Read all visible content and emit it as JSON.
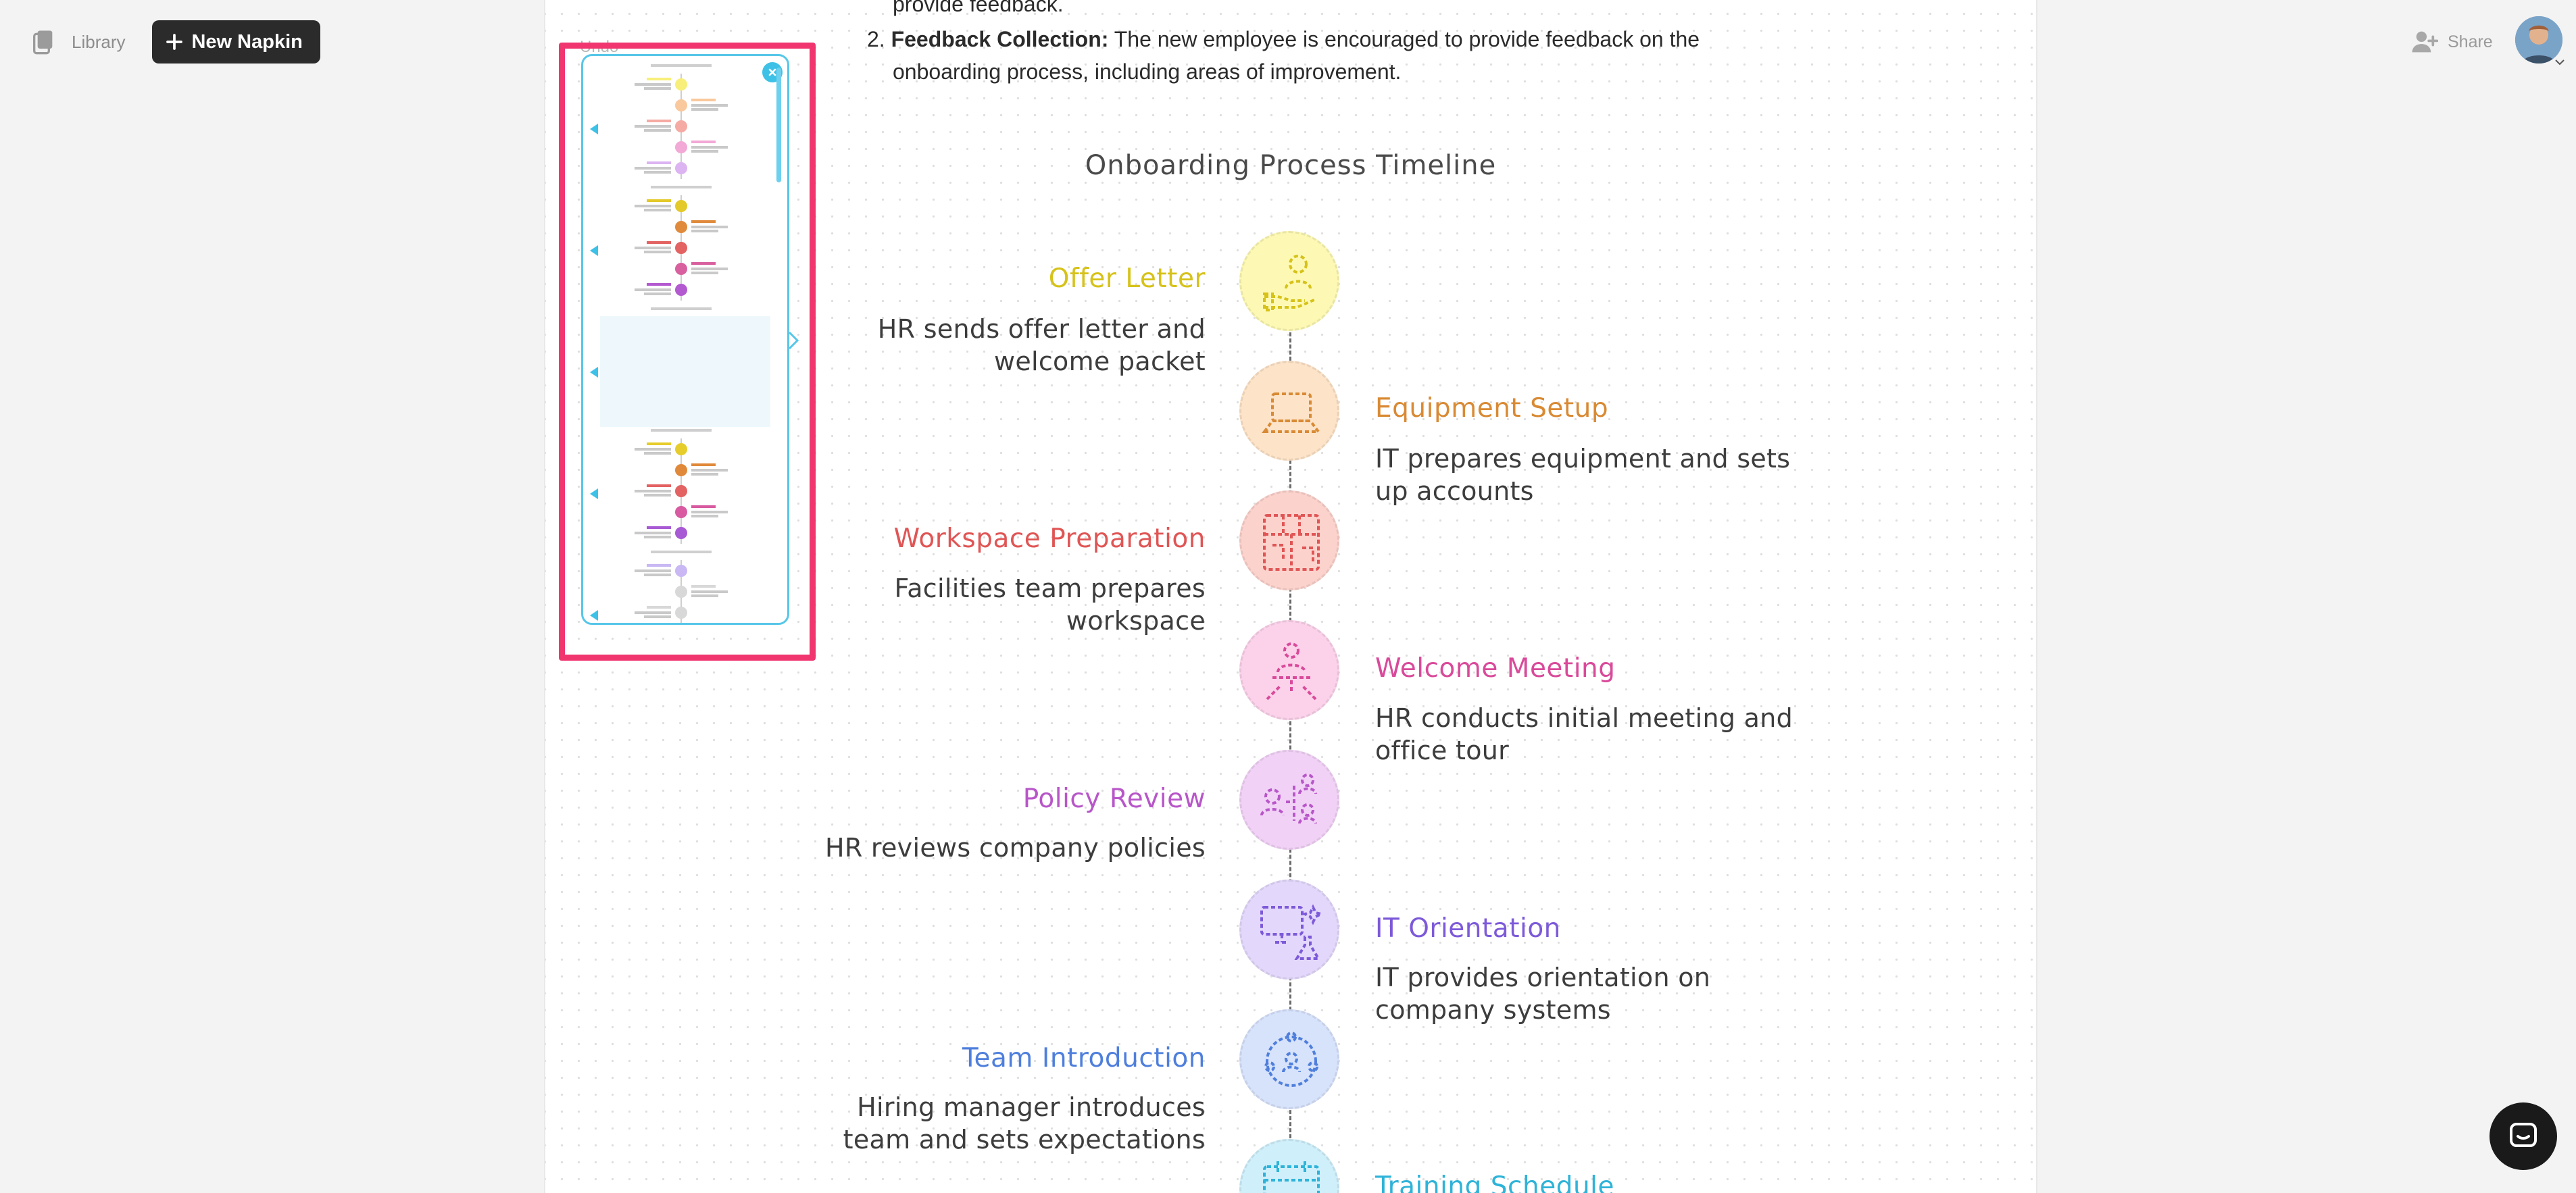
{
  "topbar": {
    "library_label": "Library",
    "new_napkin_label": "New Napkin",
    "share_label": "Share"
  },
  "document": {
    "line1": "provide feedback.",
    "item2_number": "2.",
    "item2_bold": "Feedback Collection:",
    "item2_text": " The new employee is encouraged to provide feedback on the",
    "item2_text_cont": "onboarding process, including areas of improvement."
  },
  "minimap": {
    "undo_label": "Undo"
  },
  "timeline": {
    "title": "Onboarding Process Timeline",
    "steps": [
      {
        "title": "Offer Letter",
        "desc1": "HR sends offer letter and",
        "desc2": "welcome packet",
        "color": "#d6c21a",
        "fill": "#fdf9b4",
        "side": "left"
      },
      {
        "title": "Equipment Setup",
        "desc1": "IT prepares equipment and sets",
        "desc2": "up accounts",
        "color": "#d98a34",
        "fill": "#fde3c8",
        "side": "right"
      },
      {
        "title": "Workspace Preparation",
        "desc1": "Facilities team prepares",
        "desc2": "workspace",
        "color": "#e05555",
        "fill": "#fcd2cc",
        "side": "left"
      },
      {
        "title": "Welcome Meeting",
        "desc1": "HR conducts initial meeting and",
        "desc2": "office tour",
        "color": "#d94a9a",
        "fill": "#fbd2ea",
        "side": "right"
      },
      {
        "title": "Policy Review",
        "desc1": "HR reviews company policies",
        "desc2": "",
        "color": "#b856c9",
        "fill": "#f1d2f6",
        "side": "left"
      },
      {
        "title": "IT Orientation",
        "desc1": "IT provides orientation on",
        "desc2": "company systems",
        "color": "#7d5ad9",
        "fill": "#e3d8fb",
        "side": "right"
      },
      {
        "title": "Team Introduction",
        "desc1": "Hiring manager introduces",
        "desc2": "team and sets expectations",
        "color": "#4f7fdc",
        "fill": "#d7e2fb",
        "side": "left"
      },
      {
        "title": "Training Schedule",
        "desc1": "",
        "desc2": "",
        "color": "#2fb3d8",
        "fill": "#cfeffa",
        "side": "right"
      }
    ]
  }
}
